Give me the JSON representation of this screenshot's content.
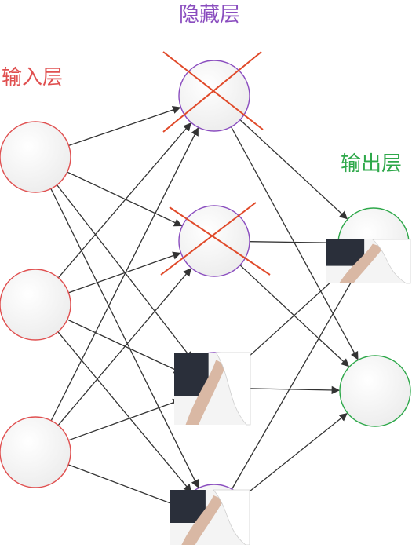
{
  "labels": {
    "input_layer": "输入层",
    "hidden_layer": "隐藏层",
    "output_layer": "输出层"
  },
  "colors": {
    "input": "#e05050",
    "hidden": "#8a4dbf",
    "output": "#2ea84a",
    "edge": "#333333",
    "dropout_cross": "#e04a2a",
    "photo_dark": "#2a2f3a",
    "photo_skin": "#d9b8a4",
    "photo_white": "#f4f4f4"
  },
  "nodes": {
    "input": [
      "i1",
      "i2",
      "i3"
    ],
    "hidden": [
      "h1",
      "h2",
      "h3",
      "h4"
    ],
    "output": [
      "o1",
      "o2"
    ]
  },
  "dropped_hidden_nodes": [
    "h1",
    "h2"
  ],
  "photo_patched_nodes": [
    "h3",
    "h4",
    "o1"
  ],
  "edges": [
    [
      "i1",
      "h1"
    ],
    [
      "i1",
      "h2"
    ],
    [
      "i1",
      "h3"
    ],
    [
      "i1",
      "h4"
    ],
    [
      "i2",
      "h1"
    ],
    [
      "i2",
      "h2"
    ],
    [
      "i2",
      "h3"
    ],
    [
      "i2",
      "h4"
    ],
    [
      "i3",
      "h1"
    ],
    [
      "i3",
      "h2"
    ],
    [
      "i3",
      "h3"
    ],
    [
      "i3",
      "h4"
    ],
    [
      "h1",
      "o1"
    ],
    [
      "h1",
      "o2"
    ],
    [
      "h2",
      "o1"
    ],
    [
      "h2",
      "o2"
    ],
    [
      "h3",
      "o1"
    ],
    [
      "h3",
      "o2"
    ],
    [
      "h4",
      "o1"
    ],
    [
      "h4",
      "o2"
    ]
  ]
}
